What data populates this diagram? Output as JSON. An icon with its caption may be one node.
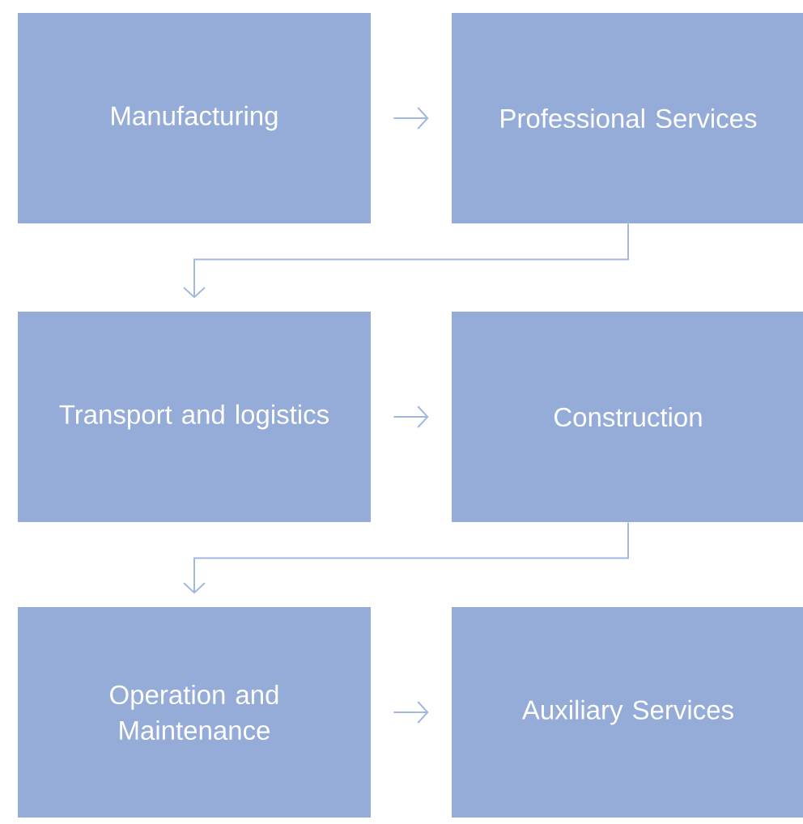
{
  "diagram": {
    "nodes": [
      {
        "text": [
          "Manufacturing"
        ]
      },
      {
        "text": [
          "Professional Services"
        ]
      },
      {
        "text": [
          "Transport and logistics"
        ]
      },
      {
        "text": [
          "Construction"
        ]
      },
      {
        "text": [
          "Operation and Maintenance"
        ]
      },
      {
        "text": [
          "Auxiliary Services"
        ]
      }
    ],
    "edges": [
      {
        "from": 0,
        "to": 1,
        "arrow": "to"
      },
      {
        "from": 1,
        "to": 2,
        "arrow": "to"
      },
      {
        "from": 2,
        "to": 3,
        "arrow": "to"
      },
      {
        "from": 3,
        "to": 4,
        "arrow": "to"
      },
      {
        "from": 4,
        "to": 5,
        "arrow": "to"
      }
    ]
  }
}
